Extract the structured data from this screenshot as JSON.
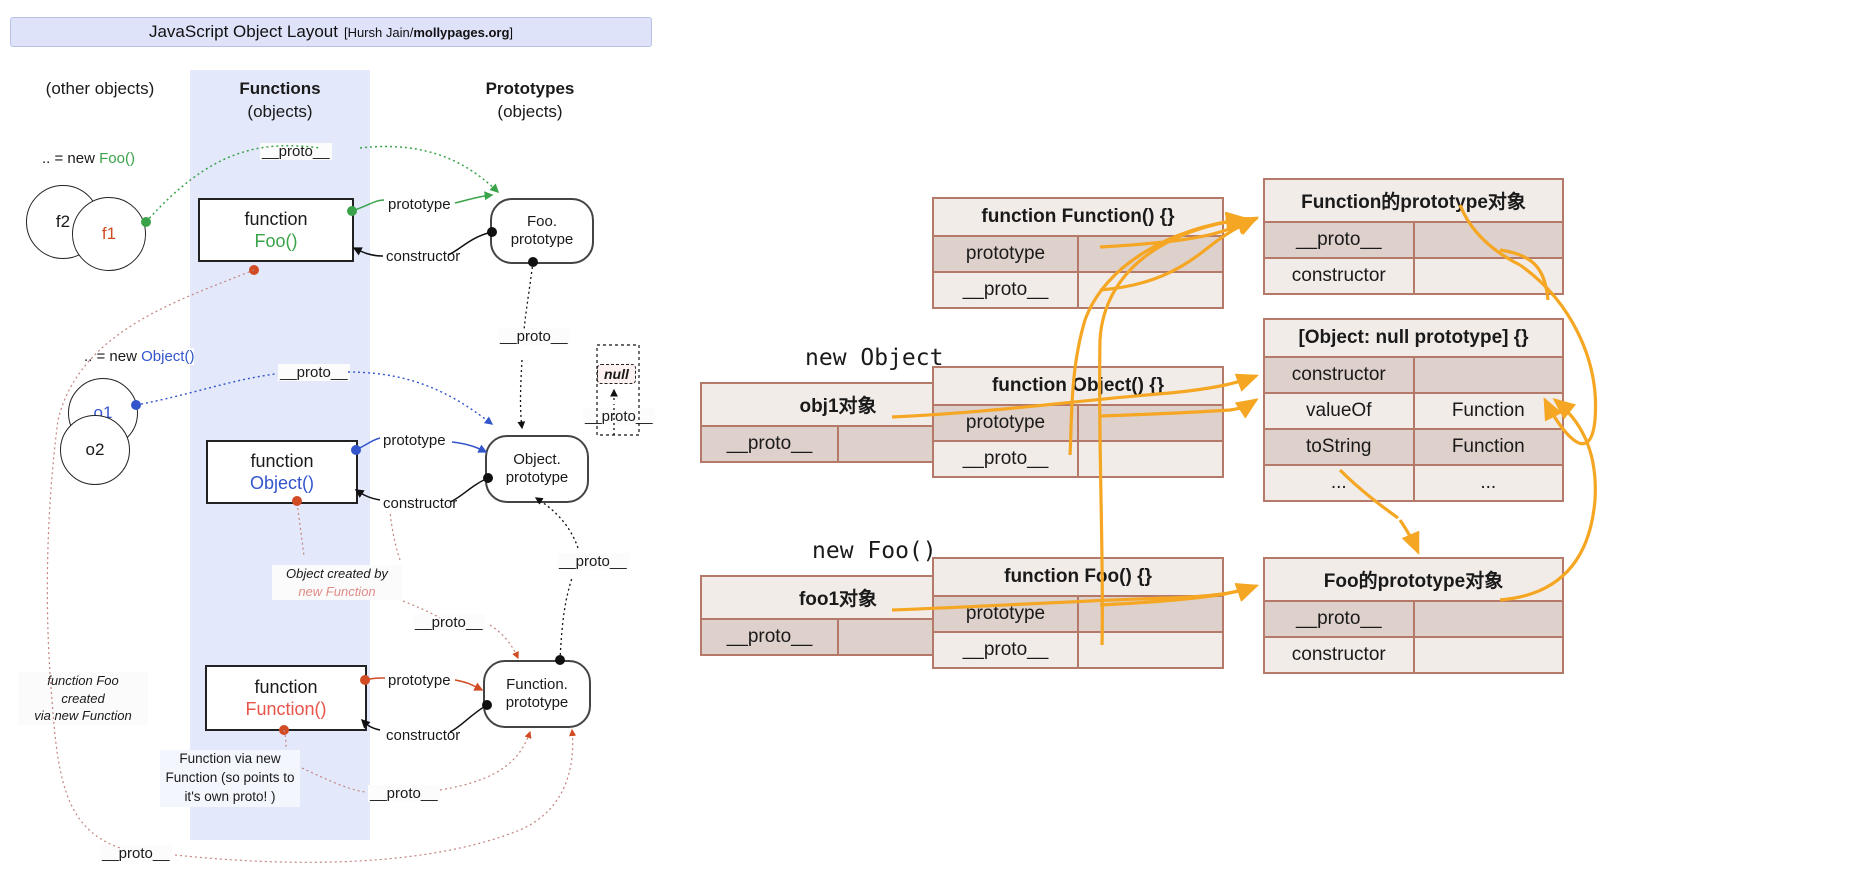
{
  "left_diagram": {
    "title": "JavaScript Object Layout",
    "title_credit_prefix": "[Hursh Jain/",
    "title_credit_bold": "mollypages.org",
    "title_credit_suffix": "]",
    "columns": [
      {
        "main": "(other objects)",
        "sub": ""
      },
      {
        "main": "Functions",
        "sub": "(objects)"
      },
      {
        "main": "Prototypes",
        "sub": "(objects)"
      }
    ],
    "instances": {
      "foo_caption_prefix": ".. = new ",
      "foo_caption_name": "Foo()",
      "f2": "f2",
      "f1": "f1",
      "object_caption_prefix": ".. = new ",
      "object_caption_name": "Object()",
      "o1": "o1",
      "o2": "o2"
    },
    "function_boxes": [
      {
        "kw": "function",
        "name": "Foo()"
      },
      {
        "kw": "function",
        "name": "Object()"
      },
      {
        "kw": "function",
        "name": "Function()"
      }
    ],
    "prototype_boxes": [
      {
        "line1": "Foo.",
        "line2": "prototype"
      },
      {
        "line1": "Object.",
        "line2": "prototype"
      },
      {
        "line1": "Function.",
        "line2": "prototype"
      }
    ],
    "null_label": "null",
    "edge_labels": {
      "prototype": "prototype",
      "constructor": "constructor",
      "proto": "__proto__"
    },
    "notes": {
      "object_created": [
        "Object created by",
        "new Function"
      ],
      "object_created_plain": "Object created by",
      "object_created_em": "new Function",
      "function_foo_created": [
        "function Foo",
        "created",
        "via new Function"
      ],
      "function_via_new": [
        "Function via new",
        "Function (so points to",
        "it's own proto! )"
      ]
    }
  },
  "right_diagram": {
    "captions": {
      "new_object": "new Object",
      "new_foo": "new Foo()"
    },
    "tables": [
      {
        "id": "obj1",
        "header": "obj1对象",
        "rows": [
          {
            "key": "__proto__",
            "value": "",
            "shade": true
          }
        ]
      },
      {
        "id": "foo1",
        "header": "foo1对象",
        "rows": [
          {
            "key": "__proto__",
            "value": "",
            "shade": true
          }
        ]
      },
      {
        "id": "function-Function",
        "header": "function Function() {}",
        "rows": [
          {
            "key": "prototype",
            "value": "",
            "shade": true
          },
          {
            "key": "__proto__",
            "value": "",
            "shade": false
          }
        ]
      },
      {
        "id": "function-Object",
        "header": "function Object() {}",
        "rows": [
          {
            "key": "prototype",
            "value": "",
            "shade": true
          },
          {
            "key": "__proto__",
            "value": "",
            "shade": false
          }
        ]
      },
      {
        "id": "function-Foo",
        "header": "function Foo() {}",
        "rows": [
          {
            "key": "prototype",
            "value": "",
            "shade": true
          },
          {
            "key": "__proto__",
            "value": "",
            "shade": false
          }
        ]
      },
      {
        "id": "Function-prototype-obj",
        "header": "Function的prototype对象",
        "rows": [
          {
            "key": "__proto__",
            "value": "",
            "shade": true
          },
          {
            "key": "constructor",
            "value": "",
            "shade": false
          }
        ]
      },
      {
        "id": "null-prototype-obj",
        "header": "[Object: null prototype] {}",
        "rows": [
          {
            "key": "constructor",
            "value": "",
            "shade": true
          },
          {
            "key": "valueOf",
            "value": "Function",
            "shade": false
          },
          {
            "key": "toString",
            "value": "Function",
            "shade": true
          },
          {
            "key": "...",
            "value": "...",
            "shade": false
          }
        ]
      },
      {
        "id": "Foo-prototype-obj",
        "header": "Foo的prototype对象",
        "rows": [
          {
            "key": "__proto__",
            "value": "",
            "shade": true
          },
          {
            "key": "constructor",
            "value": "",
            "shade": false
          }
        ]
      }
    ]
  },
  "colors": {
    "banner_bg": "#dfe3fa",
    "band_bg": "#e3e8fb",
    "table_border": "#b5796a",
    "table_bg": "#f2ece9",
    "table_shade": "#ded0ca",
    "arrow_orange": "#f5a623",
    "green": "#3aa34a",
    "blue": "#3355cc",
    "red": "#e8534a"
  }
}
